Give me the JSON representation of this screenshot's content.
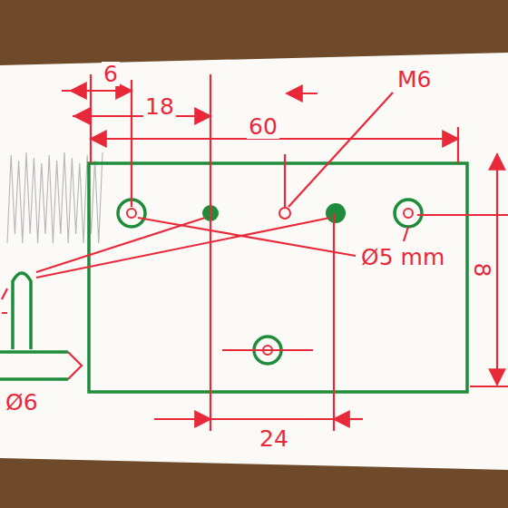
{
  "diagram": {
    "labels": [
      "6",
      "18",
      "60",
      "M6",
      "Ø5 mm",
      "24",
      "Ø6",
      "8"
    ]
  }
}
